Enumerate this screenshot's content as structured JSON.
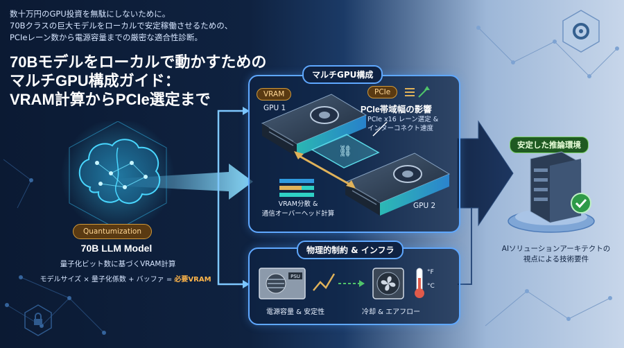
{
  "intro": {
    "line1": "数十万円のGPU投資を無駄にしないために。",
    "line2": "70Bクラスの巨大モデルをローカルで安定稼働させるための、",
    "line3": "PCIeレーン数から電源容量までの厳密な適合性診断。"
  },
  "title": {
    "line1": "70Bモデルをローカルで動かすための",
    "line2": "マルチGPU構成ガイド：",
    "line3": "VRAM計算からPCIe選定まで"
  },
  "left": {
    "quant_badge": "Quantumization",
    "model_name": "70B LLM Model",
    "sub": "量子化ビット数に基づくVRAM計算",
    "formula_prefix": "モデルサイズ × 量子化係数 + バッファ = ",
    "formula_result": "必要VRAM"
  },
  "multi_gpu": {
    "tag": "マルチGPU構成",
    "vram_badge": "VRAM",
    "gpu1": "GPU 1",
    "pcie_badge": "PCIe",
    "pcie_title": "PCIe帯域幅の影響",
    "pcie_sub1": "PCIe x16 レーン選定 &",
    "pcie_sub2": "インターコネクト速度",
    "gpu2": "GPU 2",
    "vram_calc1": "VRAM分散 &",
    "vram_calc2": "通信オーバーヘッド計算"
  },
  "infra": {
    "tag": "物理的制約 & インフラ",
    "psu_label": "PSU",
    "power_label": "電源容量 & 安定性",
    "cooling_label": "冷却 & エアフロー",
    "temp_f": "°F",
    "temp_c": "°C"
  },
  "right": {
    "stable_badge": "安定した推論環境",
    "arch1": "AIソリューションアーキテクトの",
    "arch2": "視点による技術要件"
  },
  "colors": {
    "accent": "#5fa8ff",
    "badge_orange": "#d29a3a",
    "green": "#4fc46a",
    "gpu_teal": "#3fd2c8"
  }
}
